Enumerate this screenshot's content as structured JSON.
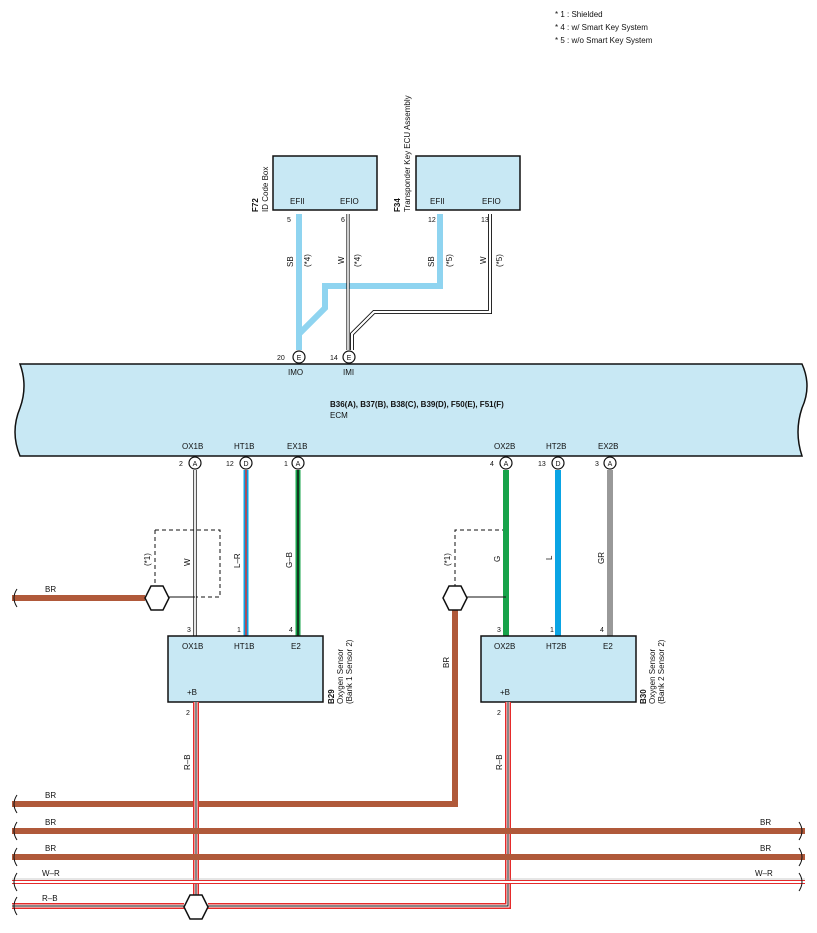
{
  "notes": [
    "* 1 : Shielded",
    "* 4 : w/ Smart Key System",
    "* 5 : w/o Smart Key System"
  ],
  "components": {
    "f72": {
      "code": "F72",
      "name": "ID Code Box",
      "pins": [
        {
          "num": "5",
          "name": "EFII"
        },
        {
          "num": "6",
          "name": "EFIO"
        }
      ]
    },
    "f34": {
      "code": "F34",
      "name": "Transponder Key ECU Assembly",
      "pins": [
        {
          "num": "12",
          "name": "EFII"
        },
        {
          "num": "13",
          "name": "EFIO"
        }
      ]
    },
    "ecm": {
      "connectors": "B36(A), B37(B), B38(C), B39(D), F50(E), F51(F)",
      "name": "ECM",
      "top_pins": [
        {
          "num": "20",
          "conn": "E",
          "name": "IMO"
        },
        {
          "num": "14",
          "conn": "E",
          "name": "IMI"
        }
      ],
      "bottom_pins": [
        {
          "num": "2",
          "conn": "A",
          "name": "OX1B"
        },
        {
          "num": "12",
          "conn": "D",
          "name": "HT1B"
        },
        {
          "num": "1",
          "conn": "A",
          "name": "EX1B"
        },
        {
          "num": "4",
          "conn": "A",
          "name": "OX2B"
        },
        {
          "num": "13",
          "conn": "D",
          "name": "HT2B"
        },
        {
          "num": "3",
          "conn": "A",
          "name": "EX2B"
        }
      ]
    },
    "b29": {
      "code": "B29",
      "name": "Oxygen Sensor",
      "sub": "(Bank 1 Sensor 2)",
      "pins": [
        {
          "num": "3",
          "name": "OX1B"
        },
        {
          "num": "1",
          "name": "HT1B"
        },
        {
          "num": "4",
          "name": "E2"
        },
        {
          "num": "2",
          "name": "+B"
        }
      ]
    },
    "b30": {
      "code": "B30",
      "name": "Oxygen Sensor",
      "sub": "(Bank 2 Sensor 2)",
      "pins": [
        {
          "num": "3",
          "name": "OX2B"
        },
        {
          "num": "1",
          "name": "HT2B"
        },
        {
          "num": "4",
          "name": "E2"
        },
        {
          "num": "2",
          "name": "+B"
        }
      ]
    }
  },
  "wires": {
    "upper": [
      {
        "color": "SB",
        "note": "(*4)"
      },
      {
        "color": "W",
        "note": "(*4)"
      },
      {
        "color": "SB",
        "note": "(*5)"
      },
      {
        "color": "W",
        "note": "(*5)"
      }
    ],
    "b29": [
      {
        "color": "W"
      },
      {
        "color": "L–R"
      },
      {
        "color": "G–B"
      },
      {
        "color": "R–B"
      },
      {
        "note": "(*1)"
      }
    ],
    "b30": [
      {
        "color": "G"
      },
      {
        "color": "L"
      },
      {
        "color": "GR"
      },
      {
        "color": "R–B"
      },
      {
        "note": "(*1)"
      },
      {
        "color": "BR"
      }
    ]
  },
  "harness": {
    "br_left": "BR",
    "lines": [
      {
        "left": "BR",
        "right": ""
      },
      {
        "left": "BR",
        "right": "BR"
      },
      {
        "left": "BR",
        "right": "BR"
      },
      {
        "left": "W–R",
        "right": "W–R"
      },
      {
        "left": "R–B",
        "right": ""
      }
    ]
  },
  "colors": {
    "SB": "#8fd4f0",
    "W": "#ffffff",
    "L": "#0aa4e4",
    "G": "#17a34a",
    "GR": "#999999",
    "BR": "#b0593a",
    "R": "#e52b2b",
    "B": "#111111",
    "component_fill": "#c8e8f4"
  }
}
